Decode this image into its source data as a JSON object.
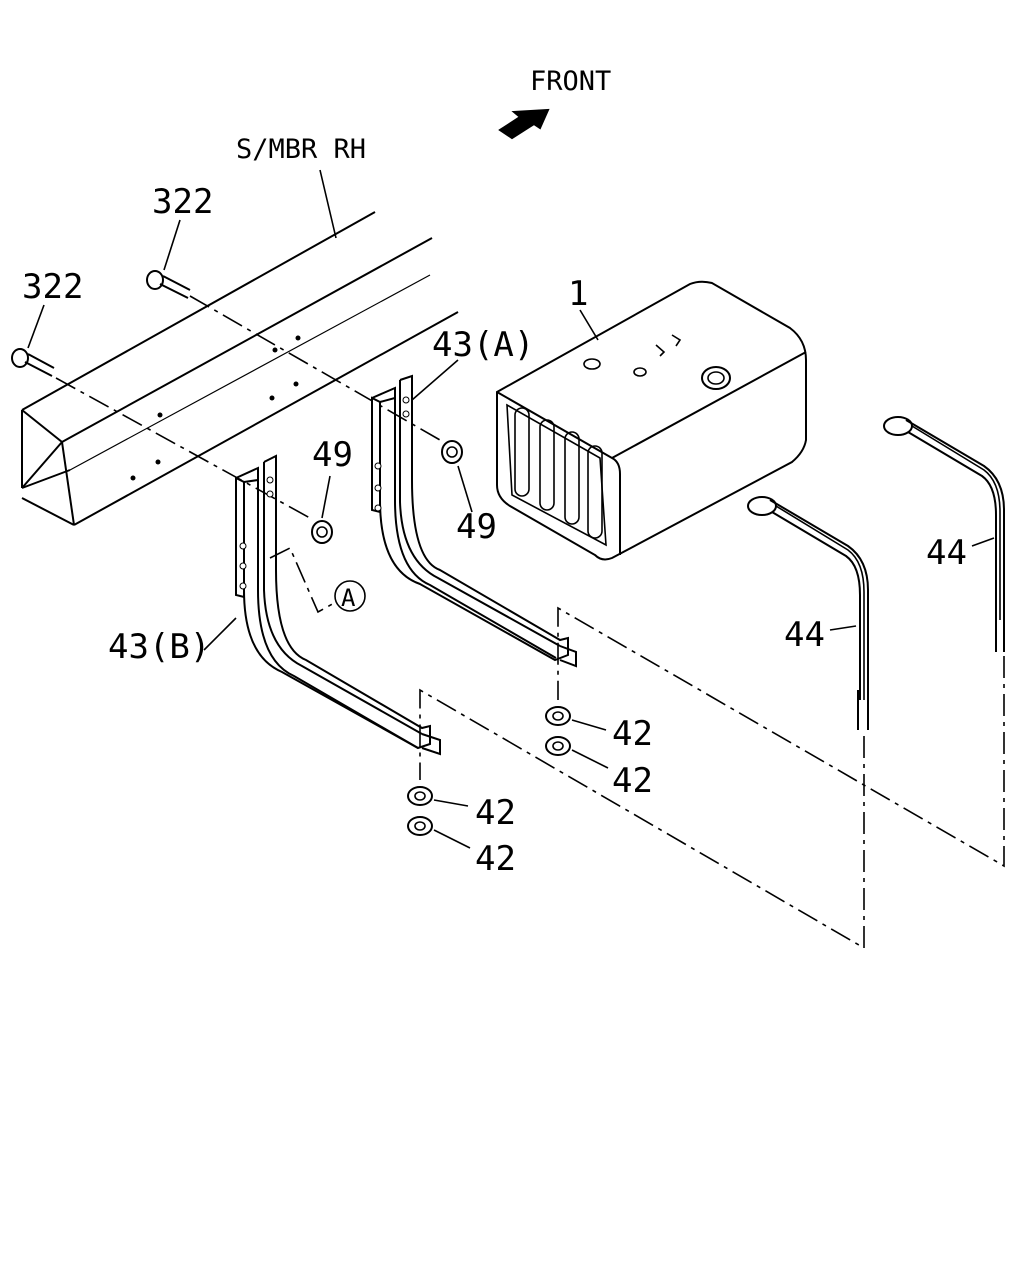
{
  "labels": {
    "front": "FRONT",
    "side_member": "S/MBR RH",
    "tank": "1",
    "bolt_upper": "322",
    "bolt_lower": "322",
    "bracket_a": "43(A)",
    "bracket_b": "43(B)",
    "nut_49_left": "49",
    "nut_49_right": "49",
    "callout_a": "A",
    "strap_left": "44",
    "strap_right": "44",
    "nut_42_1": "42",
    "nut_42_2": "42",
    "nut_42_3": "42",
    "nut_42_4": "42"
  },
  "colors": {
    "ink": "#000000",
    "paper": "#ffffff"
  },
  "icons": {
    "front_arrow": "arrow-icon"
  }
}
